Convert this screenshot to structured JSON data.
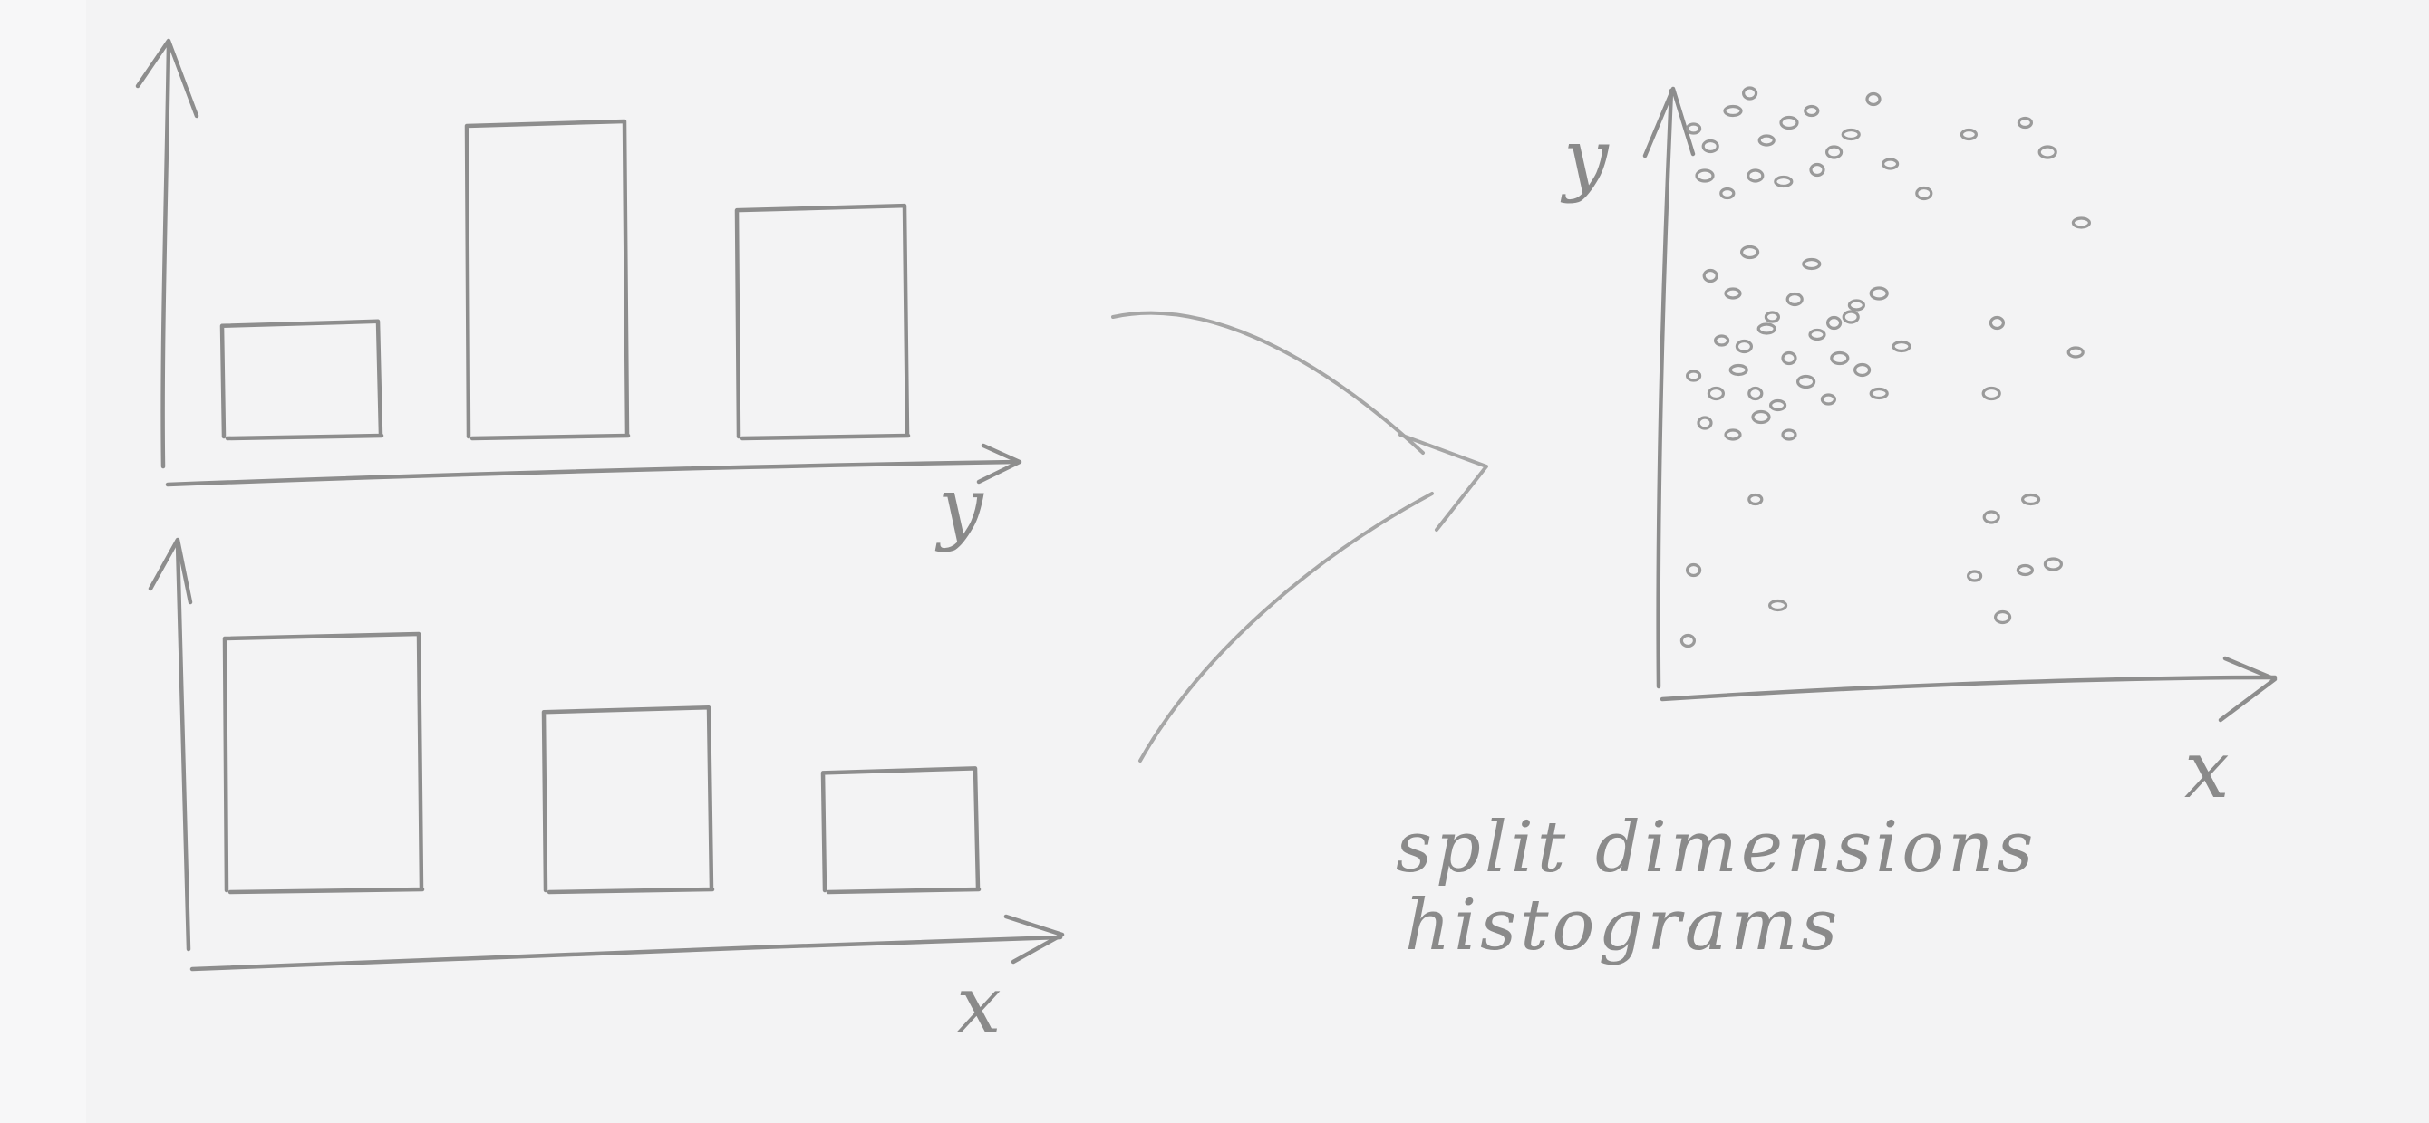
{
  "top_histogram": {
    "axis_label": "y",
    "bar_heights": [
      0.36,
      1.0,
      0.73
    ]
  },
  "bottom_histogram": {
    "axis_label": "x",
    "bar_heights": [
      1.0,
      0.71,
      0.47
    ]
  },
  "scatter": {
    "x_label": "x",
    "y_label": "y",
    "points": [
      [
        0.03,
        0.92
      ],
      [
        0.06,
        0.89
      ],
      [
        0.1,
        0.95
      ],
      [
        0.13,
        0.98
      ],
      [
        0.16,
        0.9
      ],
      [
        0.2,
        0.93
      ],
      [
        0.24,
        0.95
      ],
      [
        0.28,
        0.88
      ],
      [
        0.31,
        0.91
      ],
      [
        0.35,
        0.97
      ],
      [
        0.38,
        0.86
      ],
      [
        0.05,
        0.84
      ],
      [
        0.09,
        0.81
      ],
      [
        0.14,
        0.84
      ],
      [
        0.19,
        0.83
      ],
      [
        0.25,
        0.85
      ],
      [
        0.52,
        0.91
      ],
      [
        0.66,
        0.88
      ],
      [
        0.62,
        0.93
      ],
      [
        0.44,
        0.81
      ],
      [
        0.72,
        0.76
      ],
      [
        0.06,
        0.67
      ],
      [
        0.1,
        0.64
      ],
      [
        0.13,
        0.71
      ],
      [
        0.17,
        0.6
      ],
      [
        0.21,
        0.63
      ],
      [
        0.24,
        0.69
      ],
      [
        0.28,
        0.59
      ],
      [
        0.32,
        0.62
      ],
      [
        0.36,
        0.64
      ],
      [
        0.08,
        0.56
      ],
      [
        0.12,
        0.55
      ],
      [
        0.16,
        0.58
      ],
      [
        0.2,
        0.53
      ],
      [
        0.25,
        0.57
      ],
      [
        0.29,
        0.53
      ],
      [
        0.03,
        0.5
      ],
      [
        0.07,
        0.47
      ],
      [
        0.11,
        0.51
      ],
      [
        0.14,
        0.47
      ],
      [
        0.18,
        0.45
      ],
      [
        0.23,
        0.49
      ],
      [
        0.27,
        0.46
      ],
      [
        0.33,
        0.51
      ],
      [
        0.36,
        0.47
      ],
      [
        0.05,
        0.42
      ],
      [
        0.1,
        0.4
      ],
      [
        0.15,
        0.43
      ],
      [
        0.2,
        0.4
      ],
      [
        0.31,
        0.6
      ],
      [
        0.4,
        0.55
      ],
      [
        0.57,
        0.59
      ],
      [
        0.71,
        0.54
      ],
      [
        0.56,
        0.47
      ],
      [
        0.14,
        0.29
      ],
      [
        0.56,
        0.26
      ],
      [
        0.63,
        0.29
      ],
      [
        0.03,
        0.17
      ],
      [
        0.62,
        0.17
      ],
      [
        0.67,
        0.18
      ],
      [
        0.53,
        0.16
      ],
      [
        0.58,
        0.09
      ],
      [
        0.18,
        0.11
      ],
      [
        0.02,
        0.05
      ]
    ]
  },
  "caption": {
    "line1": "split dimensions",
    "line2": "histograms"
  }
}
